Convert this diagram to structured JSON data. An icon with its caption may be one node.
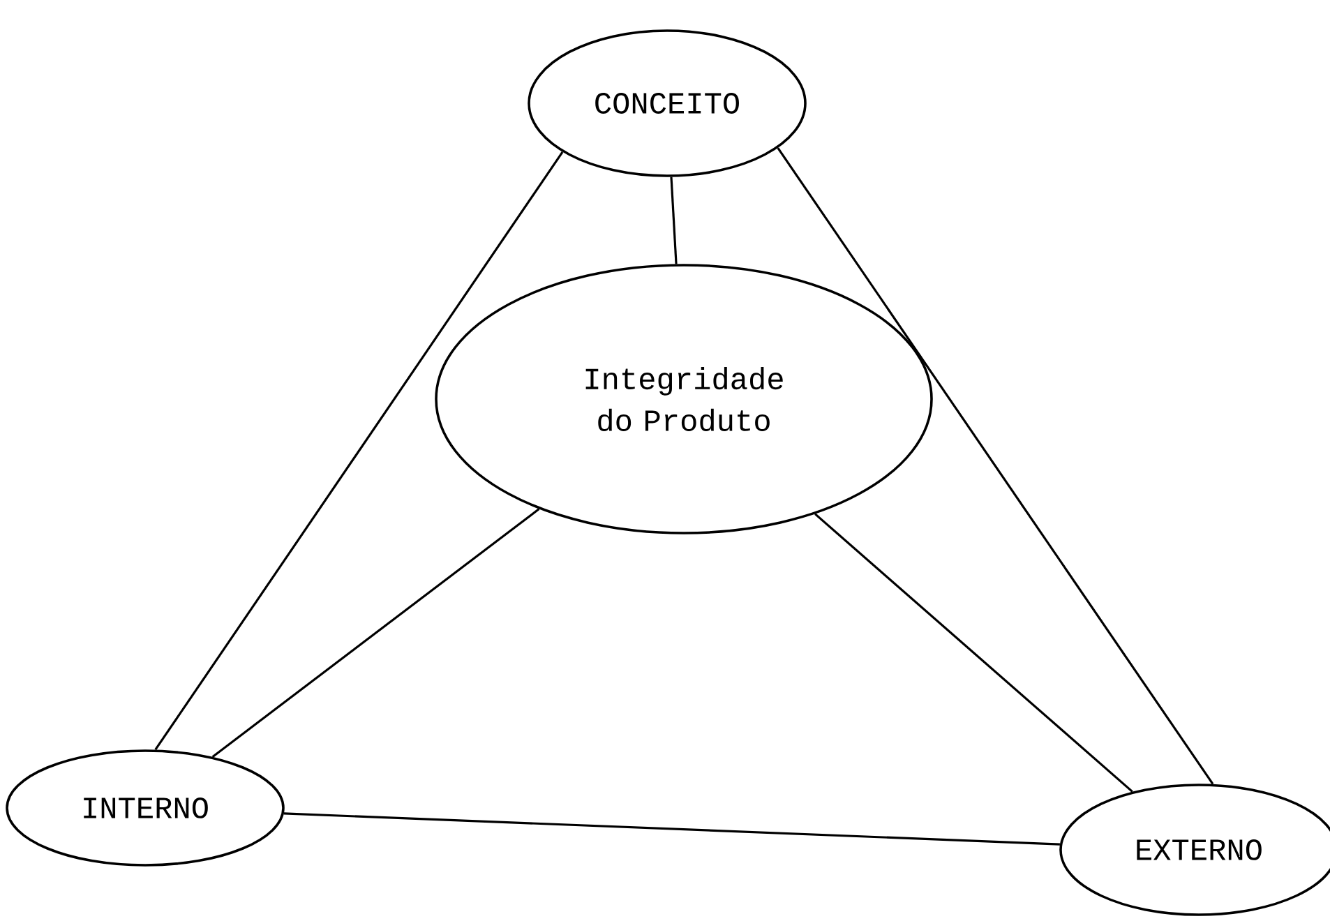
{
  "diagram": {
    "nodes": [
      {
        "text": [
          "CONCEITO"
        ]
      },
      {
        "text": [
          "Integridade do Produto"
        ]
      },
      {
        "text": [
          "INTERNO"
        ]
      },
      {
        "text": [
          "EXTERNO"
        ]
      }
    ],
    "edges": [
      {
        "from": 0,
        "to": 1,
        "arrow": "none"
      },
      {
        "from": 0,
        "to": 2,
        "arrow": "none"
      },
      {
        "from": 0,
        "to": 3,
        "arrow": "none"
      },
      {
        "from": 1,
        "to": 2,
        "arrow": "none"
      },
      {
        "from": 1,
        "to": 3,
        "arrow": "none"
      },
      {
        "from": 2,
        "to": 3,
        "arrow": "none"
      }
    ]
  }
}
